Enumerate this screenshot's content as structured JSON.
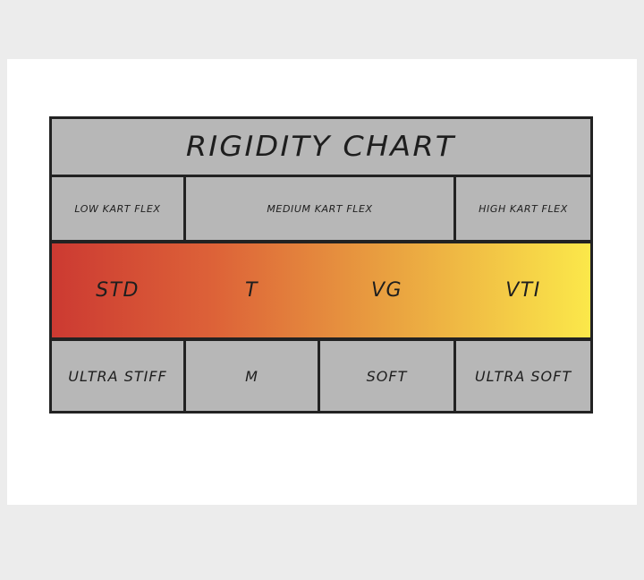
{
  "title": "RIGIDITY CHART",
  "flex_headers": {
    "low": "LOW KART FLEX",
    "medium": "MEDIUM KART FLEX",
    "high": "HIGH KART FLEX"
  },
  "rigidity_levels": [
    "STD",
    "T",
    "VG",
    "VTI"
  ],
  "stiffness_labels": [
    "ULTRA STIFF",
    "M",
    "SOFT",
    "ULTRA SOFT"
  ],
  "colors": {
    "gradient_start": "#cc3a32",
    "gradient_end": "#fbe84a",
    "cell_gray": "#b7b7b7",
    "border": "#222222"
  }
}
